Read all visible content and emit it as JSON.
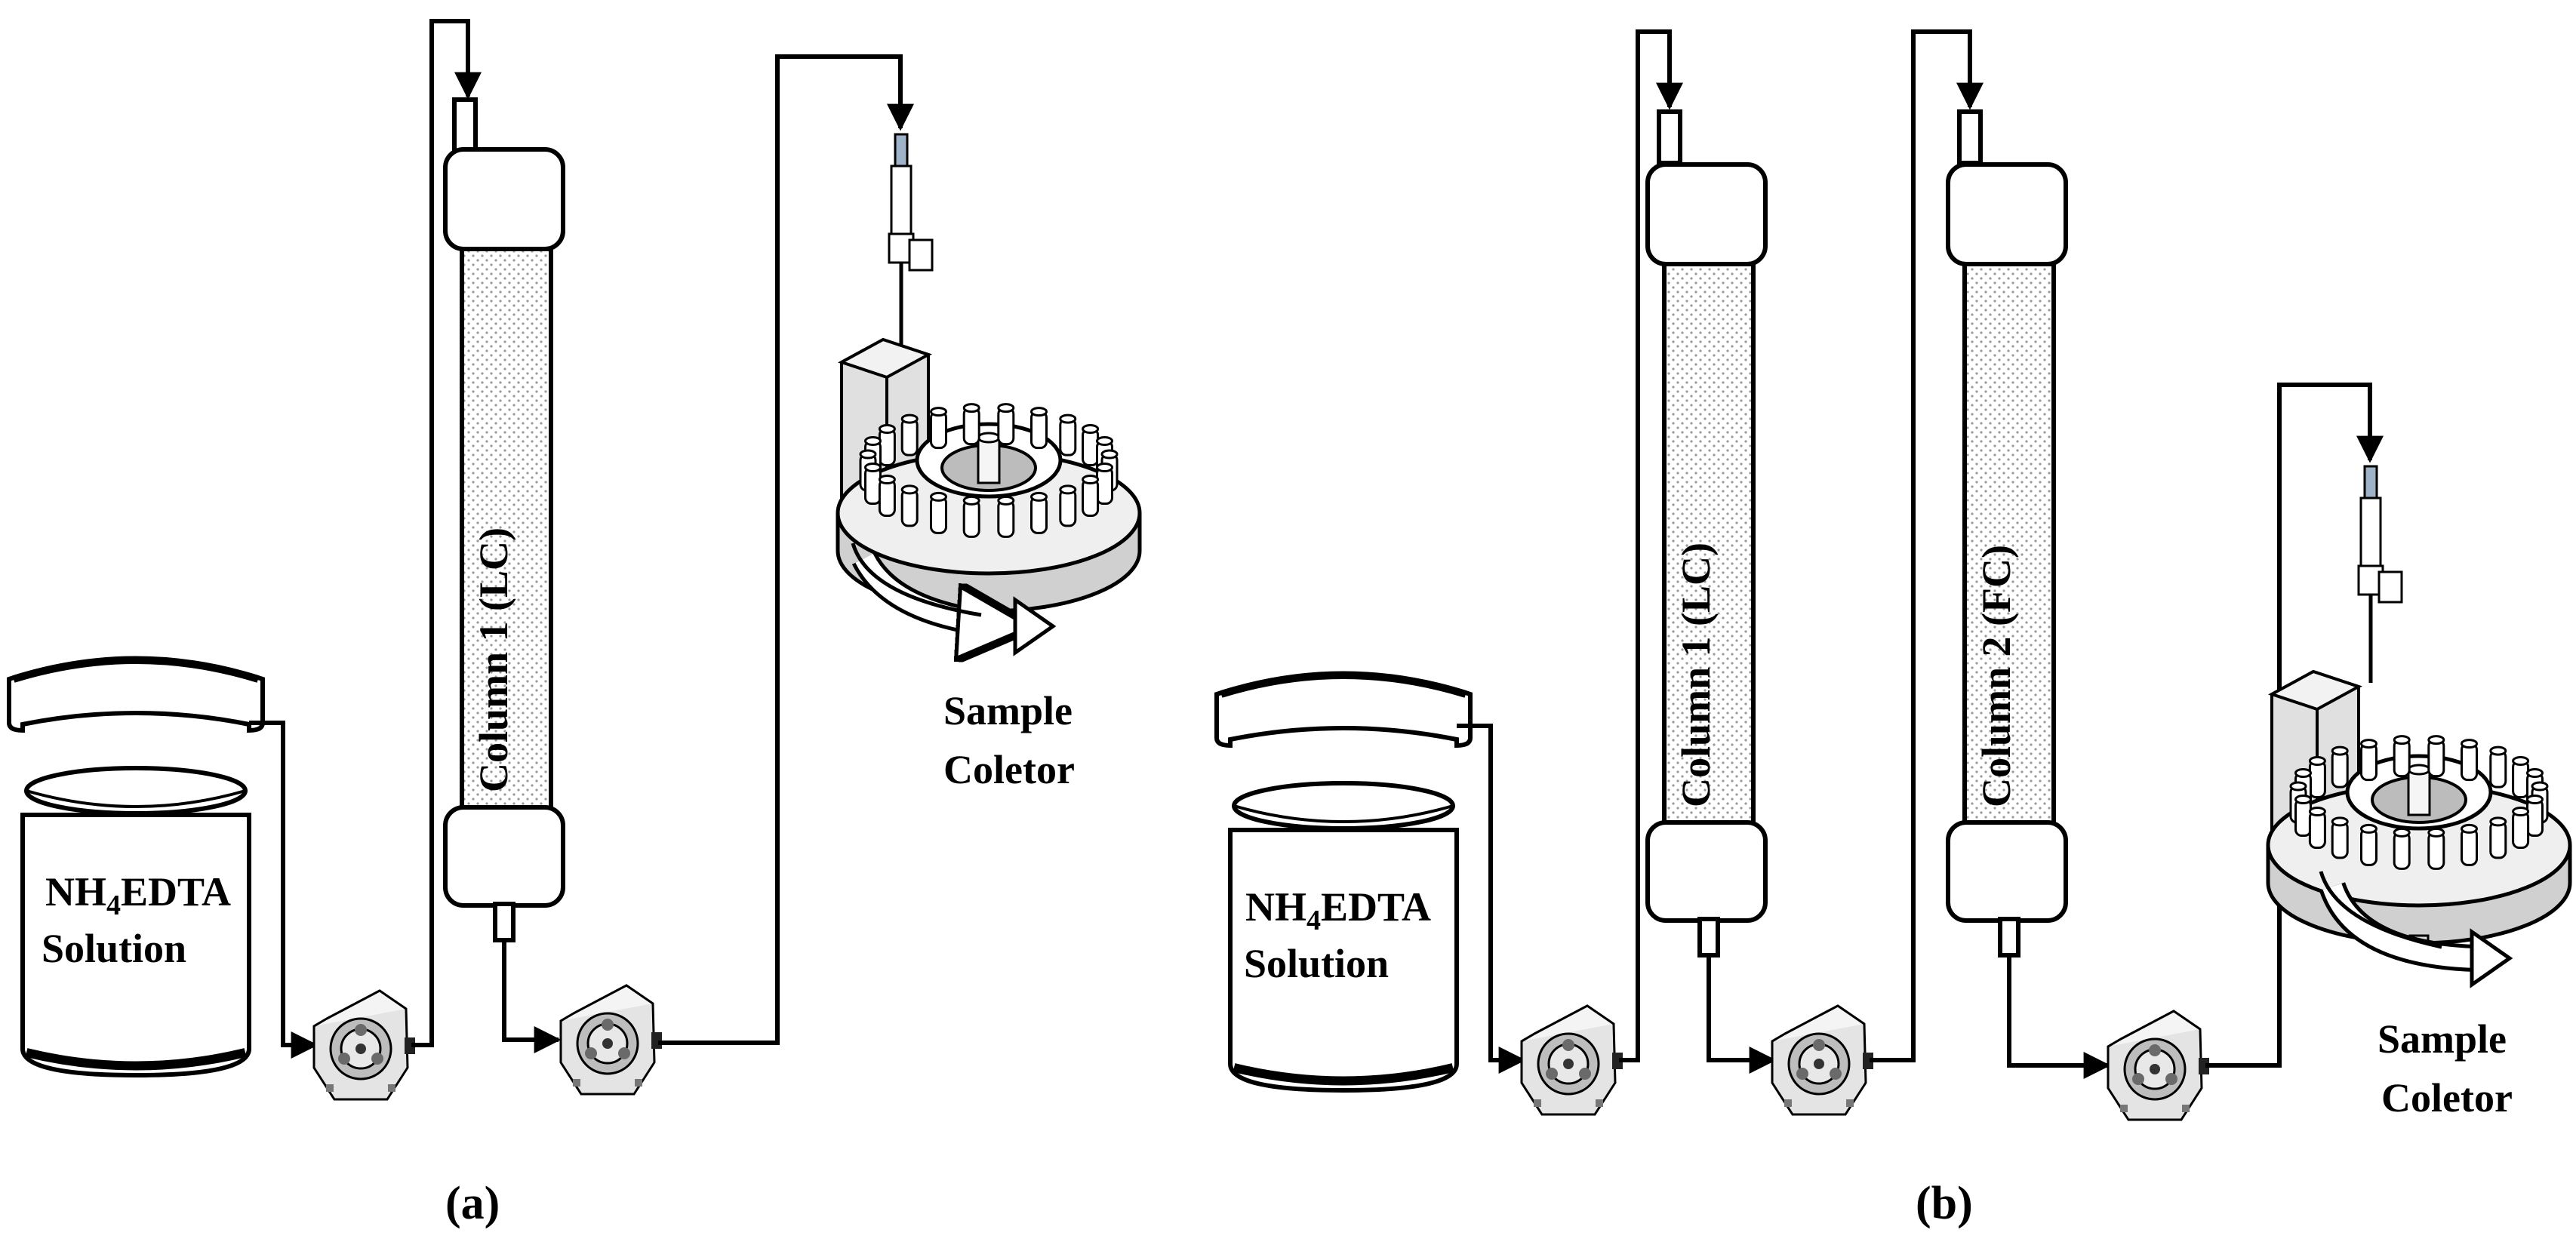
{
  "panels": [
    {
      "id": "a",
      "label": "(a)",
      "reservoir": {
        "line1": "NH",
        "sub": "4",
        "line1b": "EDTA",
        "line2": "Solution"
      },
      "columns": [
        {
          "label": "Column 1 (LC)"
        }
      ],
      "collector": {
        "line1": "Sample",
        "line2": "Coletor"
      }
    },
    {
      "id": "b",
      "label": "(b)",
      "reservoir": {
        "line1": "NH",
        "sub": "4",
        "line1b": "EDTA",
        "line2": "Solution"
      },
      "columns": [
        {
          "label": "Column 1 (LC)"
        },
        {
          "label": "Column 2 (FC)"
        }
      ],
      "collector": {
        "line1": "Sample",
        "line2": "Coletor"
      }
    }
  ],
  "icons": [
    "beaker-icon",
    "peristaltic-pump-icon",
    "chromatography-column-icon",
    "fraction-collector-icon"
  ]
}
